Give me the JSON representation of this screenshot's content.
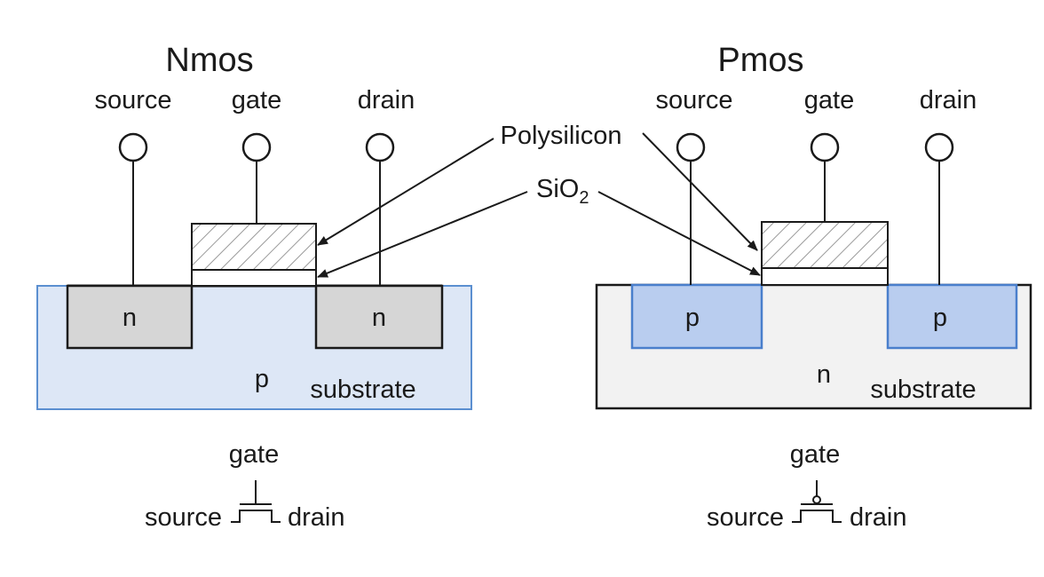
{
  "colors": {
    "p_substrate": "#dde7f6",
    "p_substrate_border": "#5b8fd0",
    "n_substrate": "#f2f2f2",
    "n_diffusion": "#d6d6d6",
    "p_diffusion": "#b9cdef",
    "p_diffusion_border": "#4a7fcc",
    "hatch": "#9a9a9a"
  },
  "callouts": {
    "polysilicon": "Polysilicon",
    "sio2_base": "SiO",
    "sio2_sub": "2"
  },
  "nmos": {
    "title": "Nmos",
    "terminals": {
      "source": "source",
      "gate": "gate",
      "drain": "drain"
    },
    "diffusion_label_left": "n",
    "diffusion_label_right": "n",
    "body_label": "p",
    "substrate_label": "substrate",
    "symbol": {
      "gate": "gate",
      "source": "source",
      "drain": "drain"
    }
  },
  "pmos": {
    "title": "Pmos",
    "terminals": {
      "source": "source",
      "gate": "gate",
      "drain": "drain"
    },
    "diffusion_label_left": "p",
    "diffusion_label_right": "p",
    "body_label": "n",
    "substrate_label": "substrate",
    "symbol": {
      "gate": "gate",
      "source": "source",
      "drain": "drain"
    }
  }
}
